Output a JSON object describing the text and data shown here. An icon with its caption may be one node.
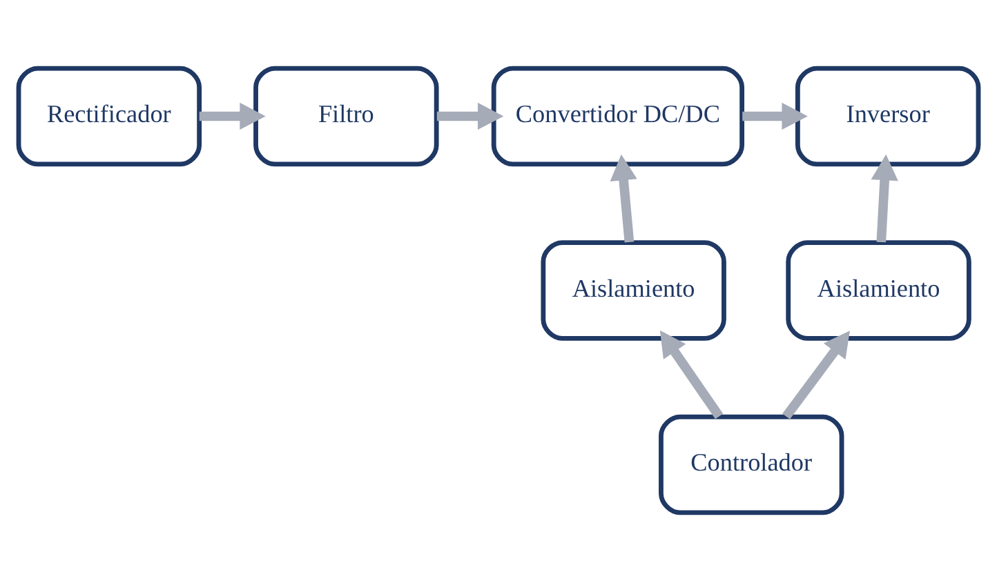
{
  "diagram": {
    "nodes": [
      {
        "text": [
          "Rectificador"
        ]
      },
      {
        "text": [
          "Filtro"
        ]
      },
      {
        "text": [
          "Convertidor DC/DC"
        ]
      },
      {
        "text": [
          "Inversor"
        ]
      },
      {
        "text": [
          "Aislamiento"
        ]
      },
      {
        "text": [
          "Aislamiento"
        ]
      },
      {
        "text": [
          "Controlador"
        ]
      }
    ],
    "edges": [
      {
        "from": 0,
        "to": 1,
        "arrow": "to"
      },
      {
        "from": 1,
        "to": 2,
        "arrow": "to"
      },
      {
        "from": 2,
        "to": 3,
        "arrow": "to"
      },
      {
        "from": 4,
        "to": 2,
        "arrow": "to"
      },
      {
        "from": 5,
        "to": 3,
        "arrow": "to"
      },
      {
        "from": 6,
        "to": 4,
        "arrow": "to"
      },
      {
        "from": 6,
        "to": 5,
        "arrow": "to"
      }
    ]
  }
}
